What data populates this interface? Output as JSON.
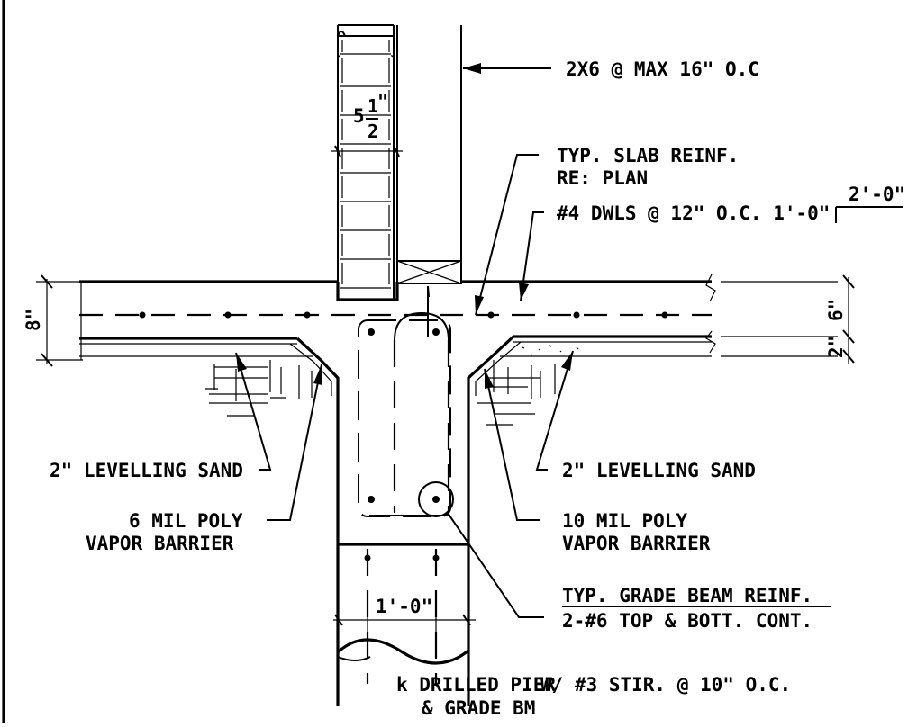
{
  "labels": {
    "stud": "2X6 @ MAX 16\" O.C",
    "stud_width_whole": "5",
    "stud_width_num": "1",
    "stud_width_quote": "\"",
    "stud_width_den": "2",
    "slab_reinf_1": "TYP. SLAB REINF.",
    "slab_reinf_2": "RE: PLAN",
    "dowels": "#4 DWLS @ 12\" O.C. 1'-0\"",
    "dowel_len": "2'-0\"",
    "slab_thk_total": "8\"",
    "slab_thk": "6\"",
    "sand_thk": "2\"",
    "sand_left": "2\" LEVELLING SAND",
    "poly_left_1": "6 MIL POLY",
    "poly_left_2": "VAPOR BARRIER",
    "sand_right": "2\" LEVELLING SAND",
    "poly_right_1": "10 MIL POLY",
    "poly_right_2": "VAPOR BARRIER",
    "beam_width": "1'-0\"",
    "gb_reinf_1": "TYP. GRADE BEAM REINF.",
    "gb_reinf_2": "2-#6 TOP & BOTT. CONT.",
    "pier_1": "k DRILLED PIER",
    "pier_2": "& GRADE BM",
    "stirrups": "W/ #3 STIR. @ 10\" O.C."
  },
  "colors": {
    "line": "#000000",
    "background": "#ffffff"
  }
}
